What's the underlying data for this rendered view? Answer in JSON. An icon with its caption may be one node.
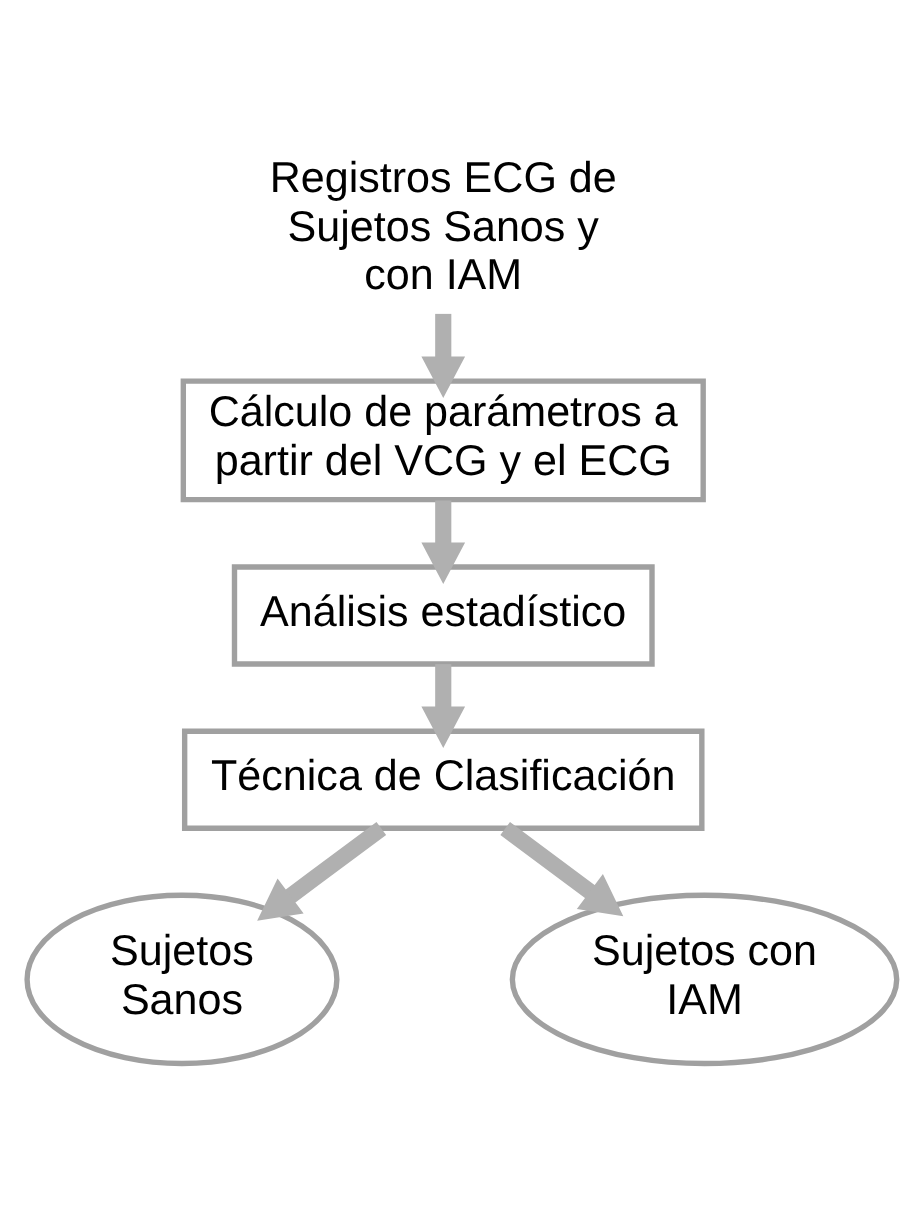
{
  "diagram": {
    "nodes": [
      {
        "text": [
          "Registros ECG de Sujetos Sanos y con IAM"
        ]
      },
      {
        "text": [
          "Cálculo de parámetros a partir del VCG y el ECG"
        ]
      },
      {
        "text": [
          "Análisis estadístico"
        ]
      },
      {
        "text": [
          "Técnica de Clasificación"
        ]
      },
      {
        "text": [
          "Sujetos Sanos"
        ]
      },
      {
        "text": [
          "Sujetos con IAM"
        ]
      }
    ],
    "edges": [
      {
        "from": 0,
        "to": 1,
        "arrow": "to"
      },
      {
        "from": 1,
        "to": 2,
        "arrow": "to"
      },
      {
        "from": 2,
        "to": 3,
        "arrow": "to"
      },
      {
        "from": 3,
        "to": 4,
        "arrow": "to"
      },
      {
        "from": 3,
        "to": 5,
        "arrow": "to"
      }
    ]
  }
}
